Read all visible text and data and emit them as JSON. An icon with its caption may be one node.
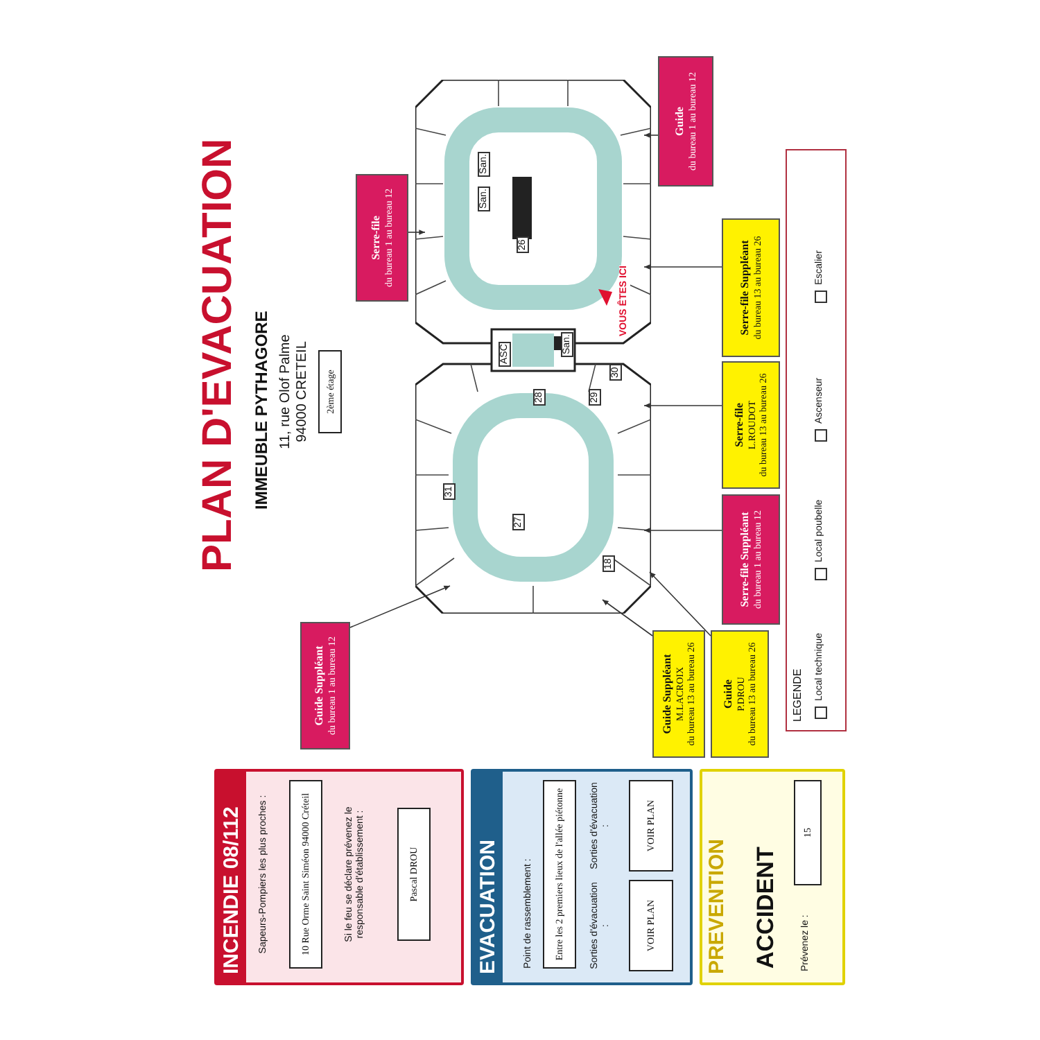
{
  "diagram": {
    "title": "PLAN D'EVACUATION",
    "nodes": [
      {
        "text": [
          "INCENDIE 08/112"
        ]
      },
      {
        "text": [
          "10 Rue Orme Saint Siméon 94000 Créteil"
        ],
        "in": 0
      },
      {
        "text": [
          "Pascal DROU"
        ],
        "in": 0
      },
      {
        "text": [
          "EVACUATION"
        ]
      },
      {
        "text": [
          "Entre les 2 premiers lieux de l'allée piétonne"
        ],
        "in": 3
      },
      {
        "text": [
          "VOIR PLAN"
        ],
        "in": 3
      },
      {
        "text": [
          "VOIR PLAN"
        ],
        "in": 3
      },
      {
        "text": [
          "PREVENTION"
        ]
      },
      {
        "text": [
          "15"
        ],
        "in": 7,
        "beside": [
          "Prévenez le :"
        ]
      },
      {
        "text": [
          "2ème étage"
        ]
      },
      {
        "text": [
          "Guide",
          "du bureau 1 au bureau 12"
        ]
      },
      {
        "text": [
          "Serre-file",
          "du bureau 1 au bureau 12"
        ]
      },
      {
        "text": [
          "Serre-file Suppléant",
          "du bureau 13 au bureau 26"
        ]
      },
      {
        "text": [
          "Serre-file",
          "L.ROUDOT",
          "du bureau 13 au bureau 26"
        ]
      },
      {
        "text": [
          "Serre-file Suppléant",
          "du bureau 1 au bureau 12"
        ]
      },
      {
        "text": [
          "Guide",
          "P.DROU",
          "du bureau 13 au bureau 26"
        ]
      },
      {
        "text": [
          "Guide Suppléant",
          "M.LACROIX",
          "du bureau 13 au bureau 26"
        ]
      },
      {
        "text": [
          "Guide Suppléant",
          "du bureau 1 au bureau 12"
        ]
      },
      {
        "text": [],
        "shape": "picture"
      }
    ],
    "edges": [
      {
        "from": 10,
        "to": 18,
        "arrow": "to"
      },
      {
        "from": 11,
        "to": 18,
        "arrow": "to"
      },
      {
        "from": 12,
        "to": 18,
        "arrow": "to"
      },
      {
        "from": 13,
        "to": 18,
        "arrow": "to"
      },
      {
        "from": 14,
        "to": 18,
        "arrow": "to"
      },
      {
        "from": 15,
        "to": 18,
        "arrow": "to"
      },
      {
        "from": 16,
        "to": 18,
        "arrow": "to"
      },
      {
        "from": 17,
        "to": 18,
        "arrow": "to"
      }
    ],
    "labels": [
      "IMMEUBLE PYTHAGORE",
      "11, rue Olof Palme 94000 CRETEIL",
      "Sapeurs-Pompiers les plus proches :",
      "Si le feu se déclare prévenez le responsable d'établissement :",
      "Point de rassemblement :",
      "Sorties d'évacuation :",
      "Sorties d'évacuation :",
      "ACCIDENT",
      "LEGENDE",
      "San.",
      "San.",
      "San.",
      "ASC",
      "26",
      "27",
      "28",
      "29",
      "30",
      "31",
      "18",
      "VOUS ÊTES ICI"
    ],
    "legend": [
      {
        "text": "Local technique"
      },
      {
        "text": "Local poubelle"
      },
      {
        "text": "Ascenseur"
      },
      {
        "text": "Escalier"
      }
    ]
  }
}
